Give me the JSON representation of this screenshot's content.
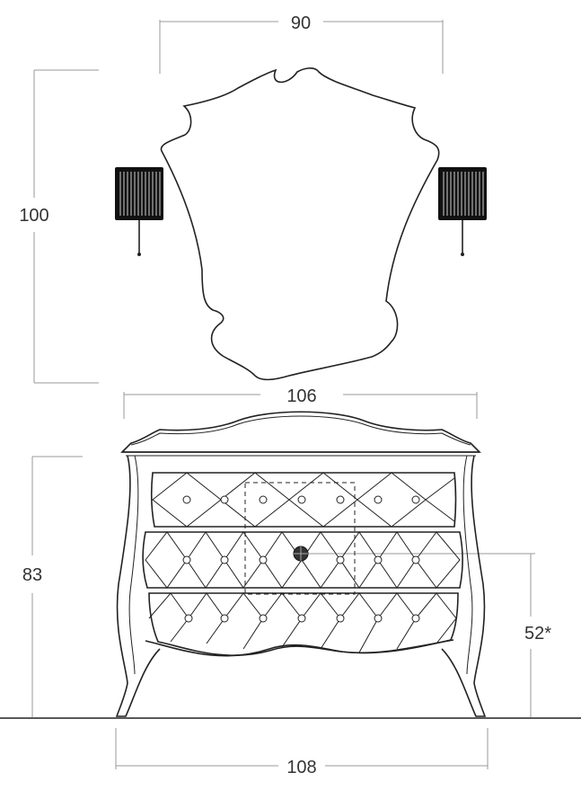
{
  "dimensions": {
    "mirror_width": "90",
    "mirror_height": "100",
    "dresser_top_width": "106",
    "dresser_height": "83",
    "drawer_height": "52*",
    "dresser_base_width": "108"
  },
  "colors": {
    "ink": "#222222",
    "dimension_line": "#9a9a9a",
    "lamp_shade": "#111111"
  }
}
